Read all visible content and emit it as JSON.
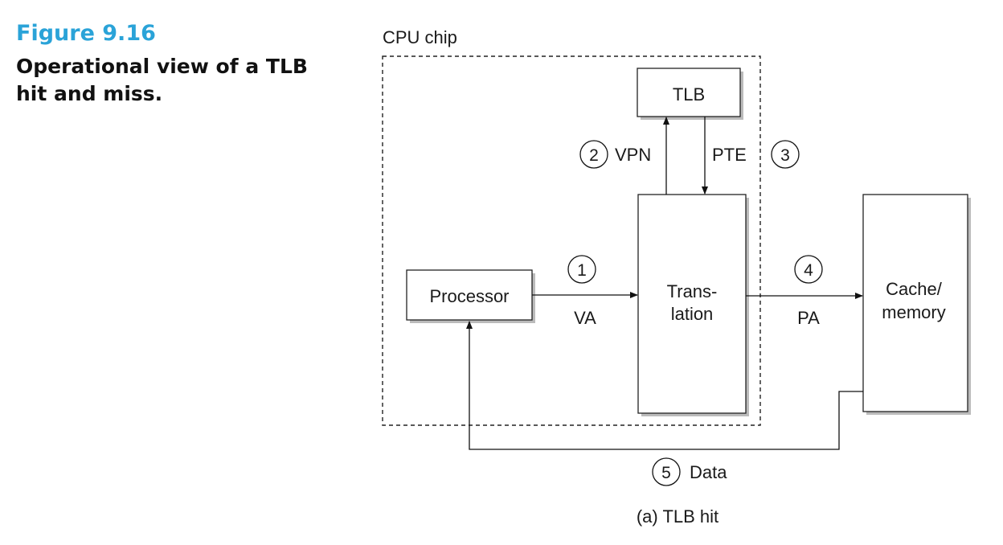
{
  "figure": {
    "number": "Figure 9.16",
    "caption_line1": "Operational view of a TLB",
    "caption_line2": "hit and miss."
  },
  "diagram": {
    "cpu_chip_label": "CPU chip",
    "nodes": {
      "tlb": "TLB",
      "processor": "Processor",
      "translation_line1": "Trans-",
      "translation_line2": "lation",
      "cache_line1": "Cache/",
      "cache_line2": "memory"
    },
    "steps": [
      {
        "num": "1",
        "label": "VA"
      },
      {
        "num": "2",
        "label": "VPN"
      },
      {
        "num": "3",
        "label": "PTE"
      },
      {
        "num": "4",
        "label": "PA"
      },
      {
        "num": "5",
        "label": "Data"
      }
    ],
    "subcaption": "(a) TLB hit"
  }
}
